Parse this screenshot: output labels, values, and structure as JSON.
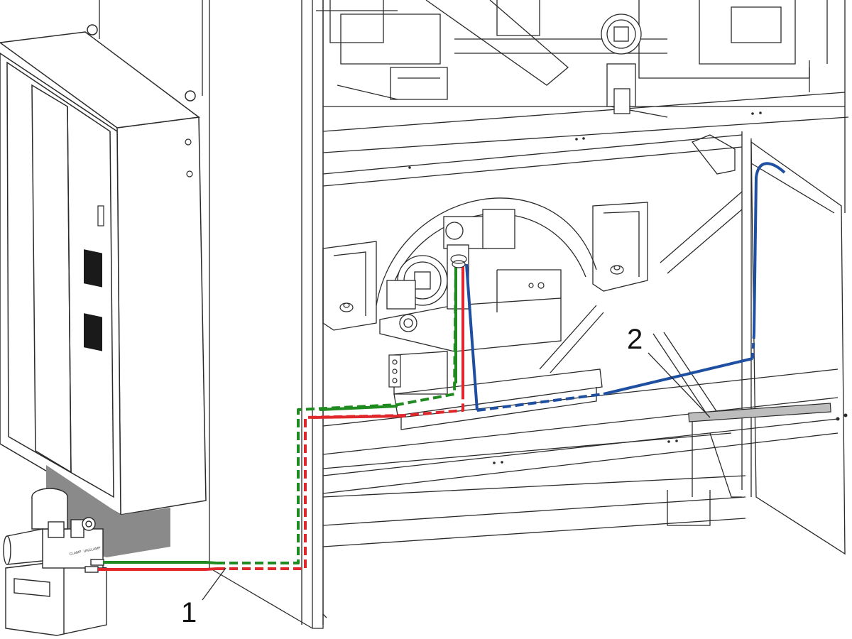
{
  "callouts": [
    {
      "id": "1",
      "label": "1"
    },
    {
      "id": "2",
      "label": "2"
    }
  ],
  "pump": {
    "port_top_label": "CLAMP",
    "port_bottom_label": "UNCLAMP"
  },
  "colors": {
    "line": "#2a2a2a",
    "hose_green": "#1f8a1f",
    "hose_red": "#e0282c",
    "hose_blue": "#1f4fa0",
    "vent_dark": "#1a1a1a",
    "shadow_grey": "#8a8a8a",
    "rail_grey": "#bdbdbd"
  }
}
